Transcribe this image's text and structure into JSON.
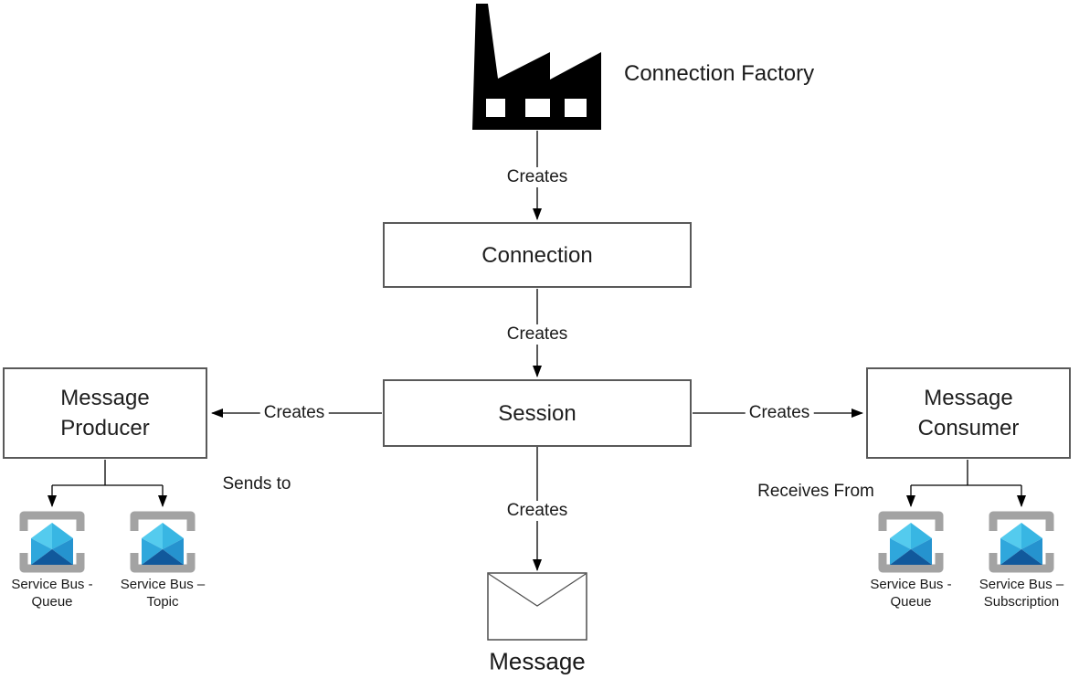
{
  "diagram": {
    "factory_label": "Connection Factory",
    "nodes": {
      "connection": "Connection",
      "session": "Session",
      "producer": "Message Producer",
      "consumer": "Message Consumer",
      "message": "Message"
    },
    "edge_labels": {
      "factory_to_connection": "Creates",
      "connection_to_session": "Creates",
      "session_to_producer": "Creates",
      "session_to_consumer": "Creates",
      "session_to_message": "Creates",
      "producer_action": "Sends to",
      "consumer_action": "Receives From"
    },
    "service_bus_nodes": [
      {
        "label_line1": "Service Bus -",
        "label_line2": "Queue"
      },
      {
        "label_line1": "Service Bus –",
        "label_line2": "Topic"
      },
      {
        "label_line1": "Service Bus -",
        "label_line2": "Queue"
      },
      {
        "label_line1": "Service Bus –",
        "label_line2": "Subscription"
      }
    ],
    "colors": {
      "line": "#000000",
      "box_border": "#595959",
      "text": "#1a1a1a",
      "factory": "#000000",
      "bracket_gray": "#a3a3a3",
      "envelope_upper_left": "#54cbee",
      "envelope_upper_right": "#38b6e3",
      "envelope_lower_left": "#2fa7dc",
      "envelope_lower_right": "#2593cf",
      "envelope_bottom": "#11599c"
    }
  }
}
